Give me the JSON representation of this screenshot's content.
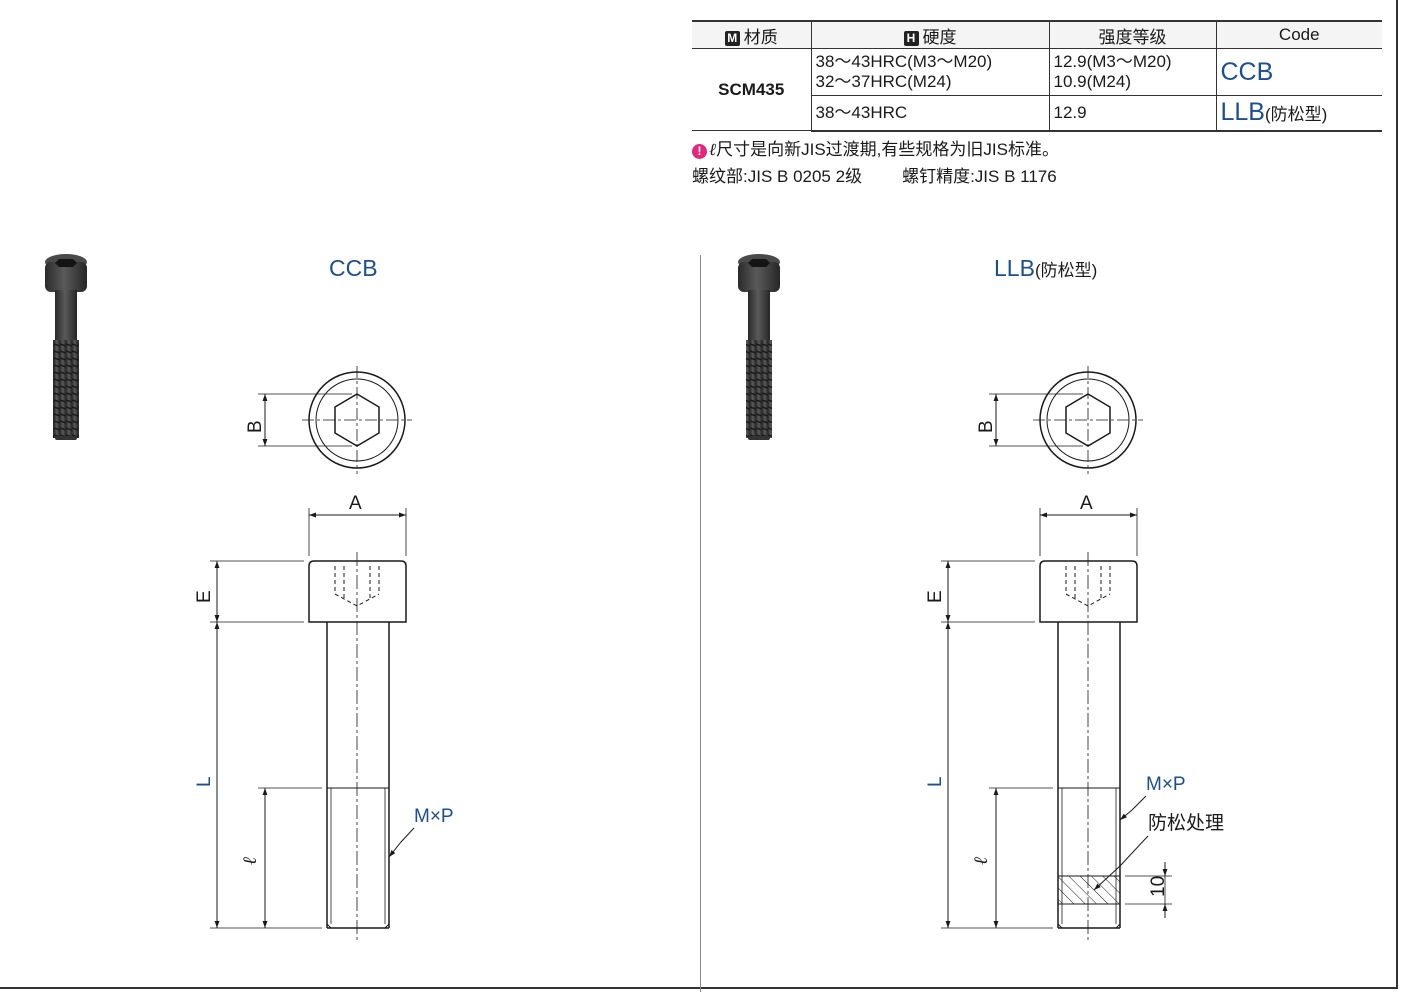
{
  "table": {
    "headers": [
      {
        "badge": "M",
        "label": "材质"
      },
      {
        "badge": "H",
        "label": "硬度"
      },
      {
        "badge": "",
        "label": "强度等级"
      },
      {
        "badge": "",
        "label": "Code"
      }
    ],
    "material": "SCM435",
    "rows": [
      {
        "hardness": [
          "38～43HRC(M3～M20)",
          "32～37HRC(M24)"
        ],
        "strength": [
          "12.9(M3～M20)",
          "10.9(M24)"
        ],
        "code": "CCB",
        "code_suffix": ""
      },
      {
        "hardness": [
          "38～43HRC"
        ],
        "strength": [
          "12.9"
        ],
        "code": "LLB",
        "code_suffix": "(防松型)"
      }
    ]
  },
  "notes": {
    "icon": "!",
    "ell": "ℓ",
    "line1": "尺寸是向新JIS过渡期,有些规格为旧JIS标准。",
    "line2a": "螺纹部:JIS B 0205 2级",
    "line2b": "螺钉精度:JIS B 1176"
  },
  "ccb": {
    "title": "CCB",
    "title_suffix": ""
  },
  "llb": {
    "title": "LLB",
    "title_suffix": "(防松型)",
    "treatment_label": "防松处理",
    "treatment_length": "10"
  },
  "dimensions": {
    "A": "A",
    "B": "B",
    "E": "E",
    "L": "L",
    "ell": "ℓ",
    "thread": "M×P"
  },
  "colors": {
    "accent": "#1b4f92",
    "warning": "#e0287d",
    "line": "#1a1a1a",
    "metal_dark": "#3a3a3a"
  },
  "icons": {
    "material_badge": "M-badge-icon",
    "hardness_badge": "H-badge-icon",
    "warning": "warning-icon"
  }
}
